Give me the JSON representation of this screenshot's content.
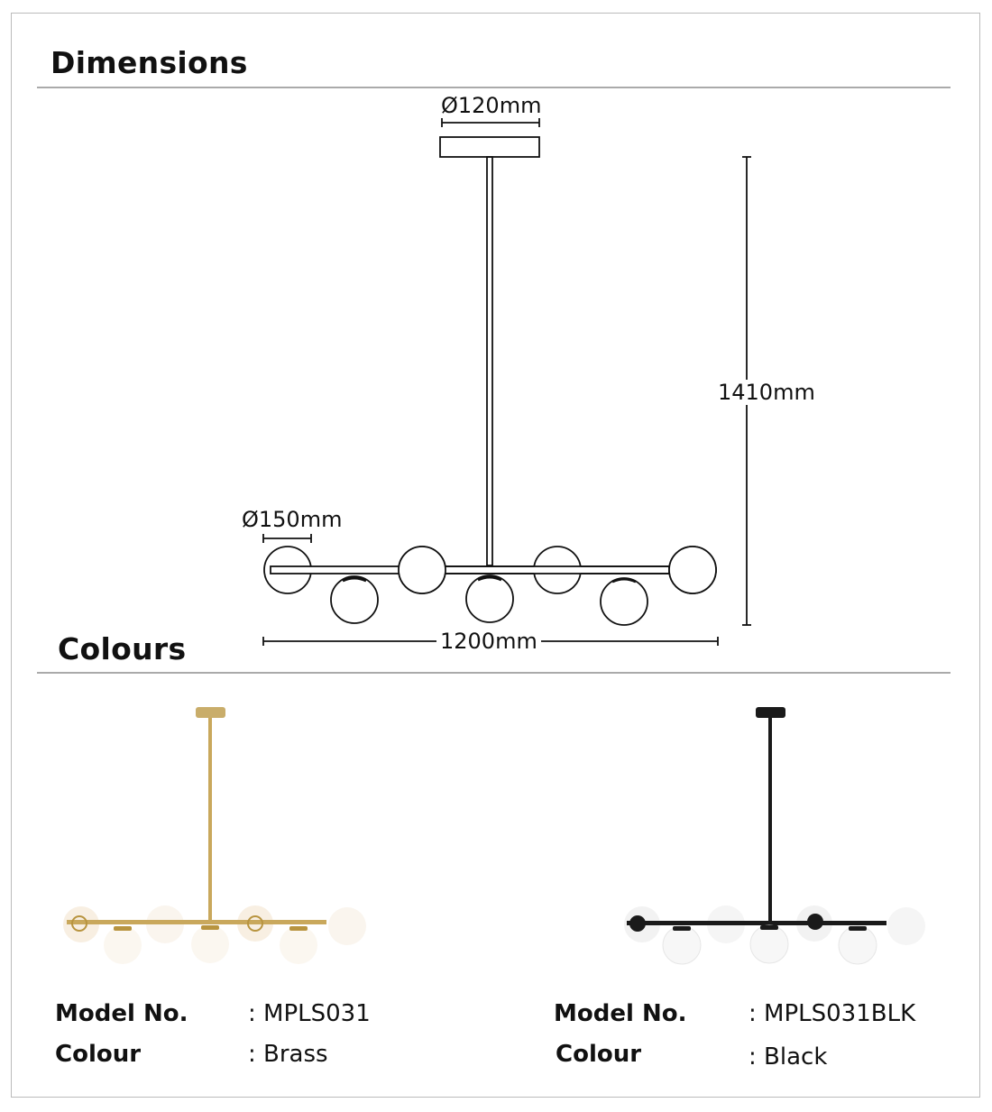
{
  "sections": {
    "dimensions": "Dimensions",
    "colours": "Colours"
  },
  "dimensions": {
    "canopy_diameter": "Ø120mm",
    "globe_diameter": "Ø150mm",
    "height": "1410mm",
    "width": "1200mm"
  },
  "variants": [
    {
      "model_label": "Model No.",
      "model_value": ": MPLS031",
      "colour_label": "Colour",
      "colour_value": ": Brass",
      "finish_color": "#c9a85c"
    },
    {
      "model_label": "Model No.",
      "model_value": ": MPLS031BLK",
      "colour_label": "Colour",
      "colour_value": ": Black",
      "finish_color": "#1a1a1a"
    }
  ]
}
